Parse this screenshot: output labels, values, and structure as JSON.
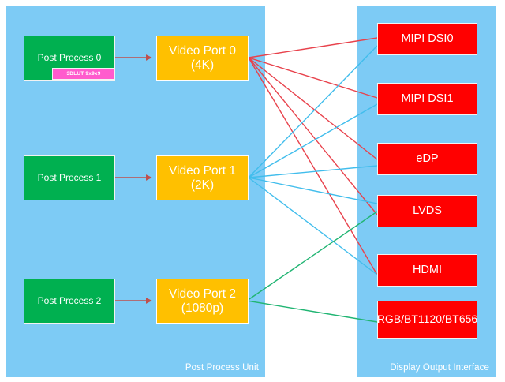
{
  "diagram": {
    "title_not_shown": "",
    "panels": [
      {
        "id": "post-process-unit",
        "caption": "Post Process Unit",
        "fill": "#7DCBF5"
      },
      {
        "id": "display-output-interface",
        "caption": "Display Output Interface",
        "fill": "#7DCBF5"
      }
    ],
    "post_process_blocks": [
      {
        "label": "Post Process 0",
        "fill": "#00B050"
      },
      {
        "label": "Post Process 1",
        "fill": "#00B050"
      },
      {
        "label": "Post Process 2",
        "fill": "#00B050"
      }
    ],
    "lut_badge": {
      "label": "3DLUT 9x9x9",
      "fill": "#FF5BCD"
    },
    "video_ports": [
      {
        "name": "Video Port 0",
        "resolution": "(4K)",
        "fill": "#FFC000",
        "link_color": "#E8424C"
      },
      {
        "name": "Video Port 1",
        "resolution": "(2K)",
        "fill": "#FFC000",
        "link_color": "#41BDEC"
      },
      {
        "name": "Video Port 2",
        "resolution": "(1080p)",
        "fill": "#FFC000",
        "link_color": "#21B573"
      }
    ],
    "display_outputs": [
      {
        "label": "MIPI DSI0",
        "fill": "#FF0000"
      },
      {
        "label": "MIPI DSI1",
        "fill": "#FF0000"
      },
      {
        "label": "eDP",
        "fill": "#FF0000"
      },
      {
        "label": "LVDS",
        "fill": "#FF0000"
      },
      {
        "label": "HDMI",
        "fill": "#FF0000"
      },
      {
        "label": "RGB/BT1120/BT656",
        "fill": "#FF0000"
      }
    ],
    "feed_arrows": [
      {
        "from": "Post Process 0",
        "to": "Video Port 0",
        "color": "#C0504D"
      },
      {
        "from": "Post Process 1",
        "to": "Video Port 1",
        "color": "#C0504D"
      },
      {
        "from": "Post Process 2",
        "to": "Video Port 2",
        "color": "#C0504D"
      }
    ],
    "connections": [
      {
        "from": "Video Port 0",
        "to": "MIPI DSI0",
        "color": "#E8424C"
      },
      {
        "from": "Video Port 0",
        "to": "MIPI DSI1",
        "color": "#E8424C"
      },
      {
        "from": "Video Port 0",
        "to": "eDP",
        "color": "#E8424C"
      },
      {
        "from": "Video Port 0",
        "to": "LVDS",
        "color": "#E8424C"
      },
      {
        "from": "Video Port 0",
        "to": "HDMI",
        "color": "#E8424C"
      },
      {
        "from": "Video Port 1",
        "to": "MIPI DSI0",
        "color": "#41BDEC"
      },
      {
        "from": "Video Port 1",
        "to": "MIPI DSI1",
        "color": "#41BDEC"
      },
      {
        "from": "Video Port 1",
        "to": "eDP",
        "color": "#41BDEC"
      },
      {
        "from": "Video Port 1",
        "to": "LVDS",
        "color": "#41BDEC"
      },
      {
        "from": "Video Port 1",
        "to": "HDMI",
        "color": "#41BDEC"
      },
      {
        "from": "Video Port 2",
        "to": "LVDS",
        "color": "#21B573"
      },
      {
        "from": "Video Port 2",
        "to": "RGB/BT1120/BT656",
        "color": "#21B573"
      }
    ]
  }
}
